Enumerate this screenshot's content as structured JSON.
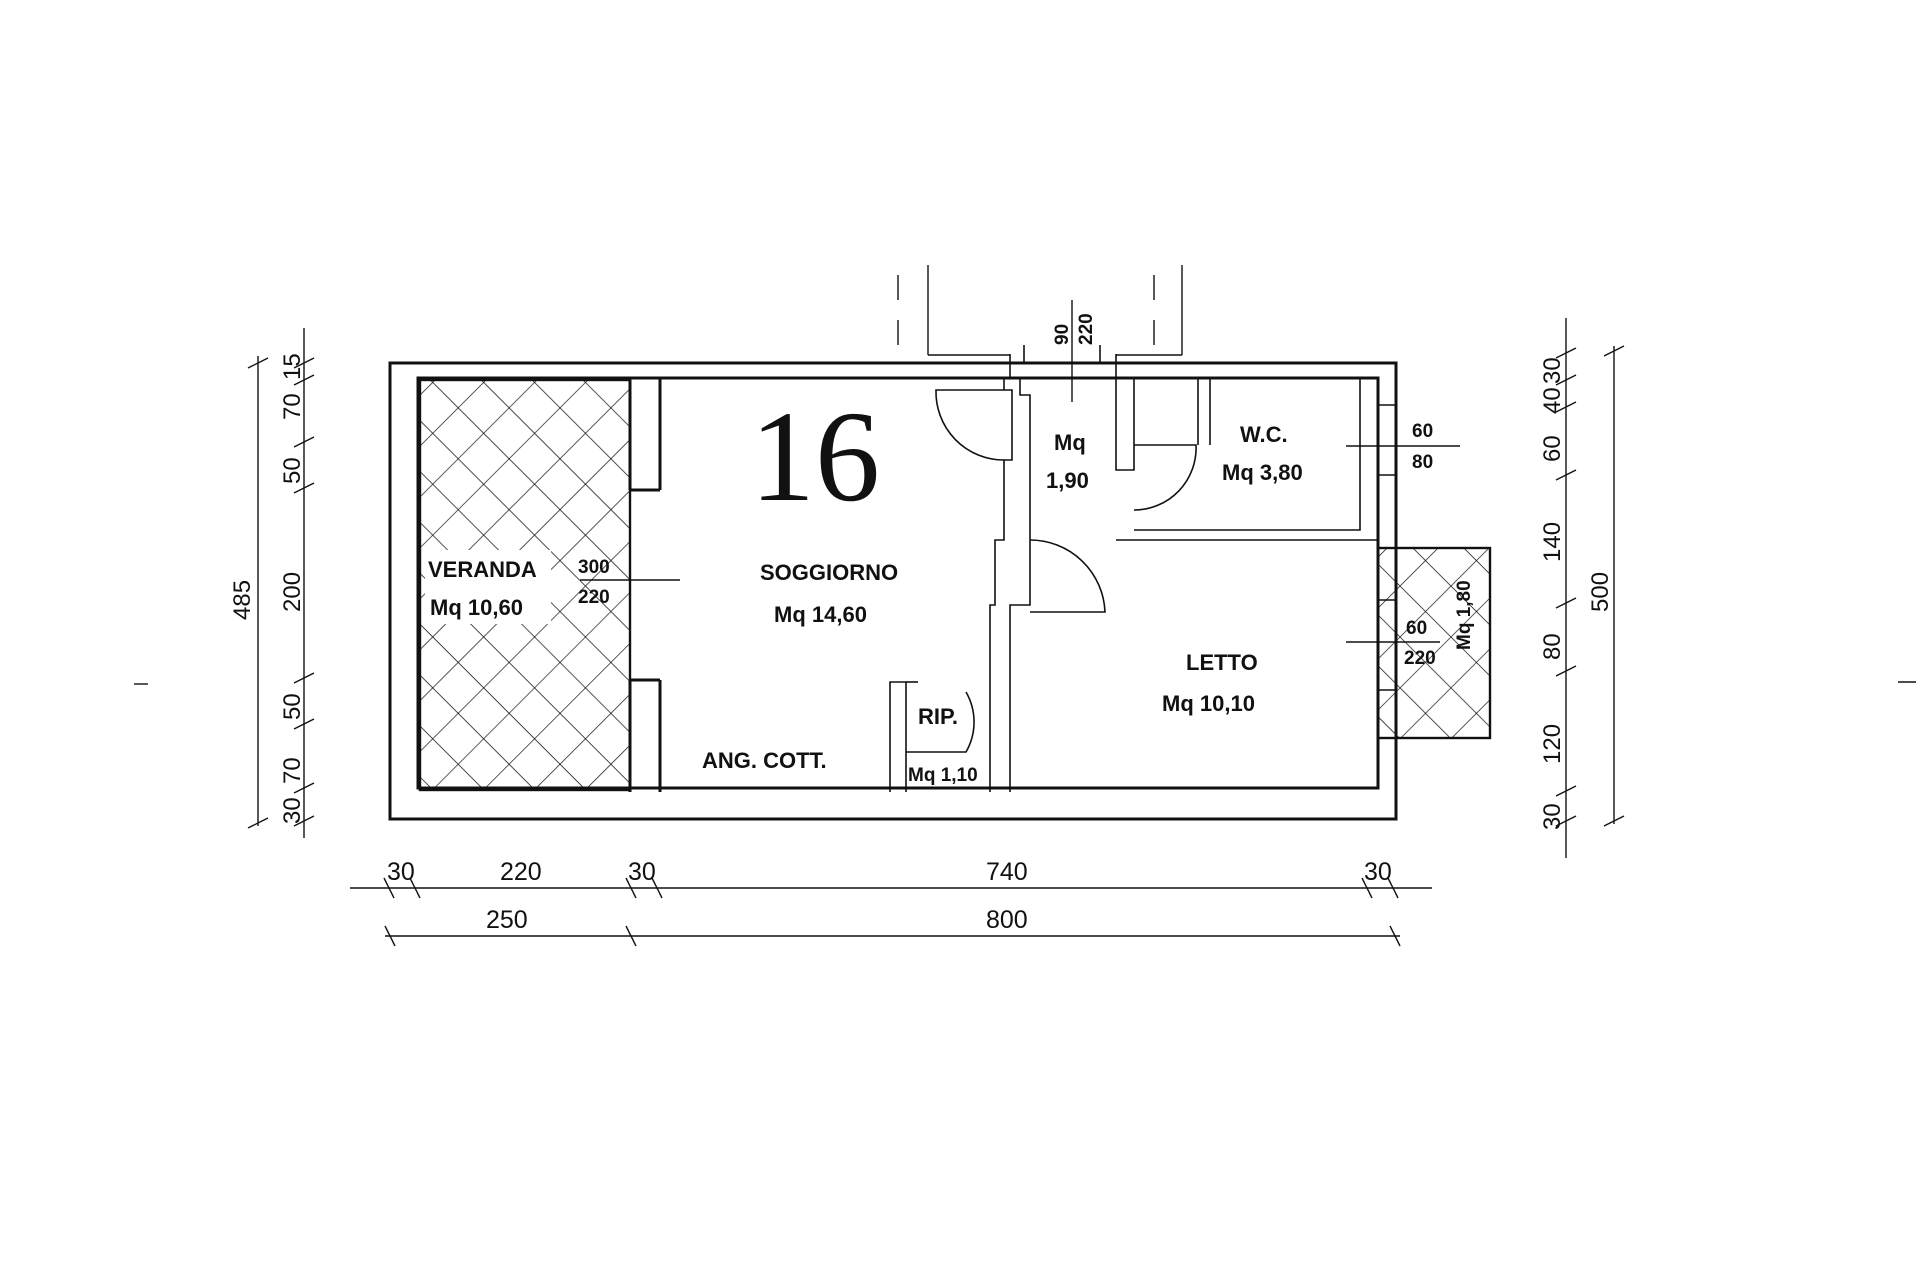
{
  "unit_number": "16",
  "rooms": {
    "veranda": {
      "name": "VERANDA",
      "area": "Mq  10,60"
    },
    "soggiorno": {
      "name": "SOGGIORNO",
      "area": "Mq  14,60"
    },
    "angolo_cottura": {
      "name": "ANG.  COTT."
    },
    "disimpegno": {
      "name": "Mq",
      "area": "1,90"
    },
    "wc": {
      "name": "W.C.",
      "area": "Mq  3,80"
    },
    "letto": {
      "name": "LETTO",
      "area": "Mq  10,10"
    },
    "ripostiglio": {
      "name": "RIP.",
      "area": "Mq  1,10"
    },
    "balcone": {
      "area": "Mq  1,80"
    }
  },
  "openings": {
    "veranda_door": {
      "width": "300",
      "height": "220"
    },
    "entry_door": {
      "width": "90",
      "height": "220"
    },
    "wc_window": {
      "width": "60",
      "height": "80"
    },
    "letto_window": {
      "width": "60",
      "height": "220"
    }
  },
  "dimensions": {
    "bottom_row1": [
      "30",
      "220",
      "30",
      "740",
      "30"
    ],
    "bottom_row2": [
      "250",
      "800"
    ],
    "left_chain": [
      "15",
      "70",
      "50",
      "200",
      "50",
      "70",
      "30"
    ],
    "left_total": "485",
    "right_chain": [
      "30",
      "40",
      "60",
      "140",
      "80",
      "120",
      "30"
    ],
    "right_total": "500"
  }
}
